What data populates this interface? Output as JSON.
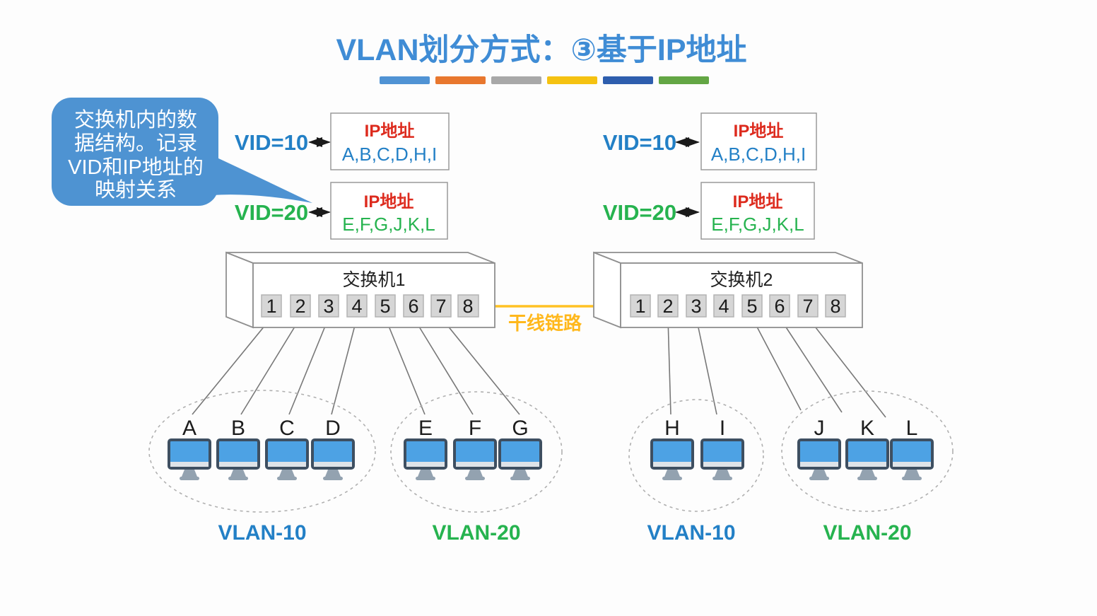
{
  "title": "VLAN划分方式：③基于IP地址",
  "accent_bars": [
    "#5093D4",
    "#E8772E",
    "#A8A8A8",
    "#F5C211",
    "#2E5EAE",
    "#63A644"
  ],
  "colors": {
    "title": "#3F8CD5",
    "vid10": "#2380C6",
    "vid20": "#26B34F",
    "ip_title": "#DD2B1E",
    "trunk_line": "#FFC224",
    "trunk_label": "#FFB81C",
    "callout_bg": "#4E93D2"
  },
  "callout": {
    "full_text": "交换机内的数据结构。记录VID和IP地址的映射关系",
    "lines": [
      "交换机内的数",
      "据结构。记录",
      "VID和IP地址的",
      "映射关系"
    ]
  },
  "vid_mappings": {
    "left": [
      {
        "vid": "VID=10",
        "box_title": "IP地址",
        "ips": "A,B,C,D,H,I"
      },
      {
        "vid": "VID=20",
        "box_title": "IP地址",
        "ips": "E,F,G,J,K,L"
      }
    ],
    "right": [
      {
        "vid": "VID=10",
        "box_title": "IP地址",
        "ips": "A,B,C,D,H,I"
      },
      {
        "vid": "VID=20",
        "box_title": "IP地址",
        "ips": "E,F,G,J,K,L"
      }
    ]
  },
  "switches": [
    {
      "name": "交换机1",
      "ports": [
        "1",
        "2",
        "3",
        "4",
        "5",
        "6",
        "7",
        "8"
      ]
    },
    {
      "name": "交换机2",
      "ports": [
        "1",
        "2",
        "3",
        "4",
        "5",
        "6",
        "7",
        "8"
      ]
    }
  ],
  "trunk_label": "干线链路",
  "vlan_groups": [
    {
      "label": "VLAN-10",
      "hosts": [
        "A",
        "B",
        "C",
        "D"
      ]
    },
    {
      "label": "VLAN-20",
      "hosts": [
        "E",
        "F",
        "G"
      ]
    },
    {
      "label": "VLAN-10",
      "hosts": [
        "H",
        "I"
      ]
    },
    {
      "label": "VLAN-20",
      "hosts": [
        "J",
        "K",
        "L"
      ]
    }
  ]
}
